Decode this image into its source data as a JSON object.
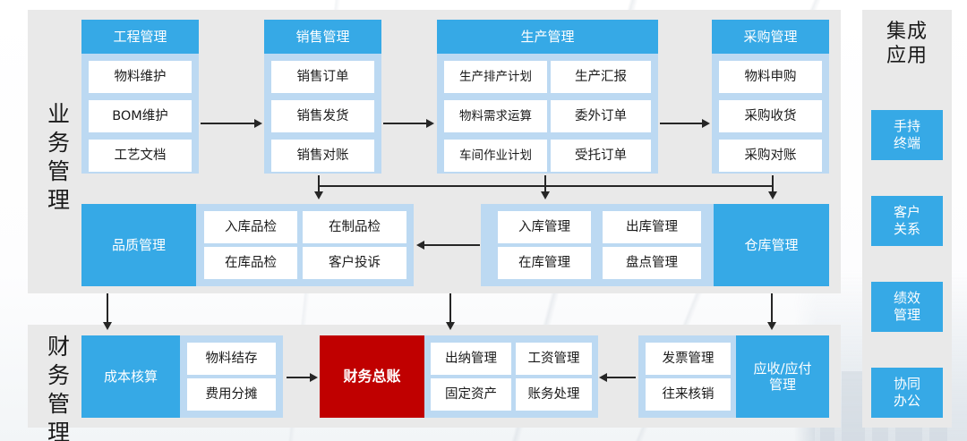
{
  "sections": {
    "business": {
      "title": "业务管理"
    },
    "finance": {
      "title": "财务管理"
    },
    "apps": {
      "title": "集成\n应用",
      "title_line1": "集成",
      "title_line2": "应用"
    }
  },
  "colors": {
    "header_blue": "#36a9e6",
    "group_blue": "#bcd9f2",
    "panel_gray": "#e9e9e9",
    "accent_red": "#c00000",
    "cell_white": "#ffffff",
    "text_dark": "#1a1a1a"
  },
  "groups": {
    "engineering": {
      "header": "工程管理",
      "cells": [
        "物料维护",
        "BOM维护",
        "工艺文档"
      ]
    },
    "sales": {
      "header": "销售管理",
      "cells": [
        "销售订单",
        "销售发货",
        "销售对账"
      ]
    },
    "production": {
      "header": "生产管理",
      "cells": [
        "生产排产计划",
        "生产汇报",
        "物料需求运算",
        "委外订单",
        "车间作业计划",
        "受托订单"
      ]
    },
    "purchasing": {
      "header": "采购管理",
      "cells": [
        "物料申购",
        "采购收货",
        "采购对账"
      ]
    },
    "quality": {
      "header": "品质管理",
      "cells": [
        "入库品检",
        "在制品检",
        "在库品检",
        "客户投诉"
      ]
    },
    "warehouse": {
      "header": "仓库管理",
      "cells": [
        "入库管理",
        "出库管理",
        "在库管理",
        "盘点管理"
      ]
    },
    "costing": {
      "header": "成本核算",
      "cells": [
        "物料结存",
        "费用分摊"
      ]
    },
    "ledger": {
      "header": "财务总账",
      "cells": [
        "出纳管理",
        "工资管理",
        "固定资产",
        "账务处理"
      ]
    },
    "receivable": {
      "header": "应收/应付\n管理",
      "header_line1": "应收/应付",
      "header_line2": "管理",
      "cells": [
        "发票管理",
        "往来核销"
      ]
    }
  },
  "apps": [
    {
      "line1": "手持",
      "line2": "终端"
    },
    {
      "line1": "客户",
      "line2": "关系"
    },
    {
      "line1": "绩效",
      "line2": "管理"
    },
    {
      "line1": "协同",
      "line2": "办公"
    }
  ]
}
